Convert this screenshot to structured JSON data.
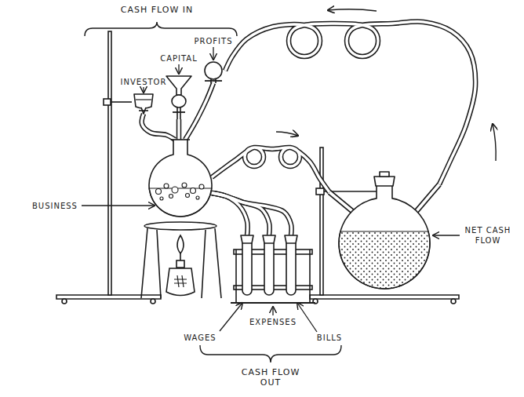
{
  "diagram": {
    "nodes": [
      {
        "text": [
          "INVESTOR"
        ]
      },
      {
        "text": [
          "CAPITAL"
        ]
      },
      {
        "text": [
          "PROFITS"
        ]
      },
      {
        "text": [
          "BUSINESS"
        ]
      },
      {
        "text": [
          "NET CASH FLOW"
        ]
      },
      {
        "text": [
          "WAGES"
        ]
      },
      {
        "text": [
          "EXPENSES"
        ]
      },
      {
        "text": [
          "BILLS"
        ]
      }
    ],
    "edges": [
      {
        "from": 0,
        "to": 3,
        "arrow": "none"
      },
      {
        "from": 1,
        "to": 3,
        "arrow": "none"
      },
      {
        "from": 2,
        "to": 3,
        "arrow": "none"
      },
      {
        "from": 3,
        "to": 4,
        "arrow": "none"
      },
      {
        "from": 4,
        "to": 2,
        "arrow": "none"
      },
      {
        "from": 3,
        "to": 5,
        "arrow": "none"
      },
      {
        "from": 3,
        "to": 6,
        "arrow": "none"
      },
      {
        "from": 3,
        "to": 7,
        "arrow": "none"
      }
    ],
    "labels": [
      "CASH FLOW IN",
      "CASH FLOW OUT"
    ]
  }
}
